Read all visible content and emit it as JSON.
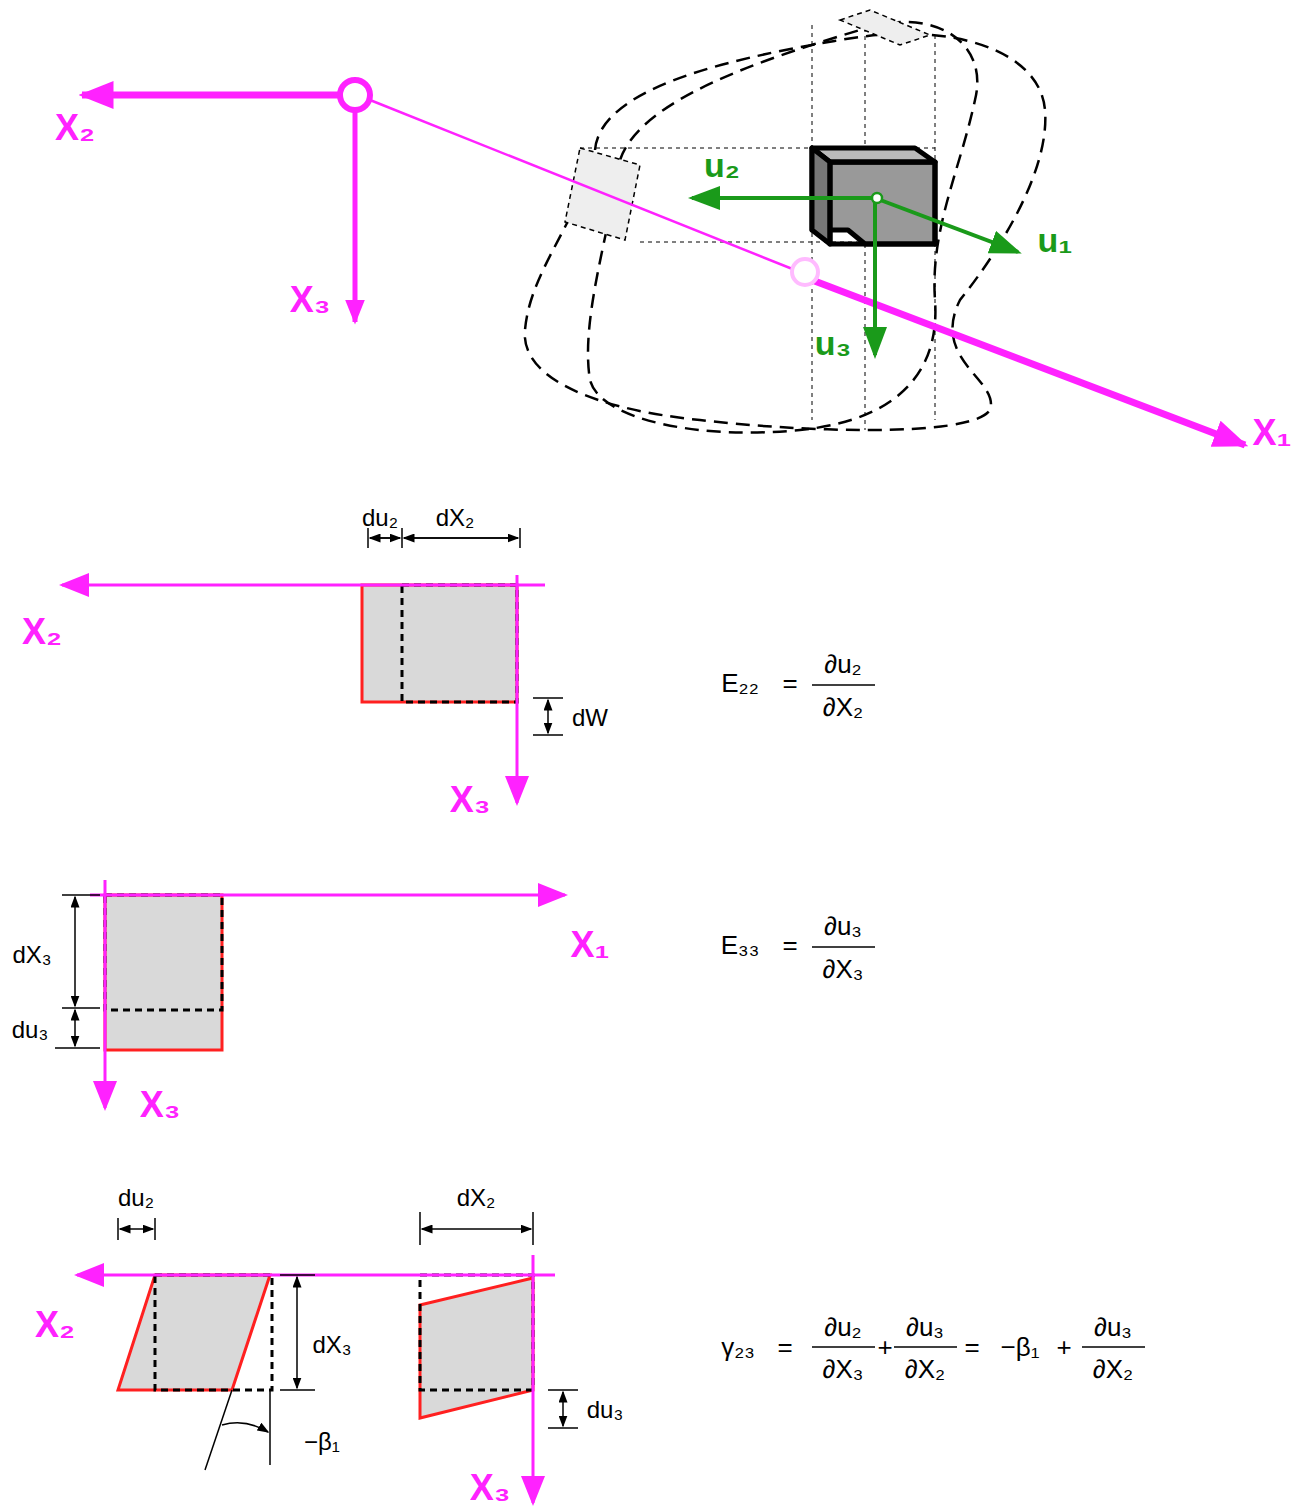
{
  "diagram": {
    "labels": [
      "X₂",
      "X₃",
      "u₂",
      "u₁",
      "u₃",
      "X₁",
      "du₂",
      "dX₂",
      "X₂",
      "dW",
      "X₃",
      "E₂₂",
      "=",
      "∂u₂",
      "∂X₂",
      "dX₃",
      "X₁",
      "E₃₃",
      "=",
      "∂u₃",
      "∂X₃",
      "du₃",
      "X₃",
      "du₂",
      "dX₂",
      "X₂",
      "dX₃",
      "γ₂₃",
      "=",
      "∂u₂",
      "∂X₃",
      "+",
      "∂u₃",
      "∂X₂",
      "=",
      "−β₁",
      "+",
      "∂u₃",
      "∂X₂",
      "−β₁",
      "du₃",
      "X₃"
    ]
  }
}
